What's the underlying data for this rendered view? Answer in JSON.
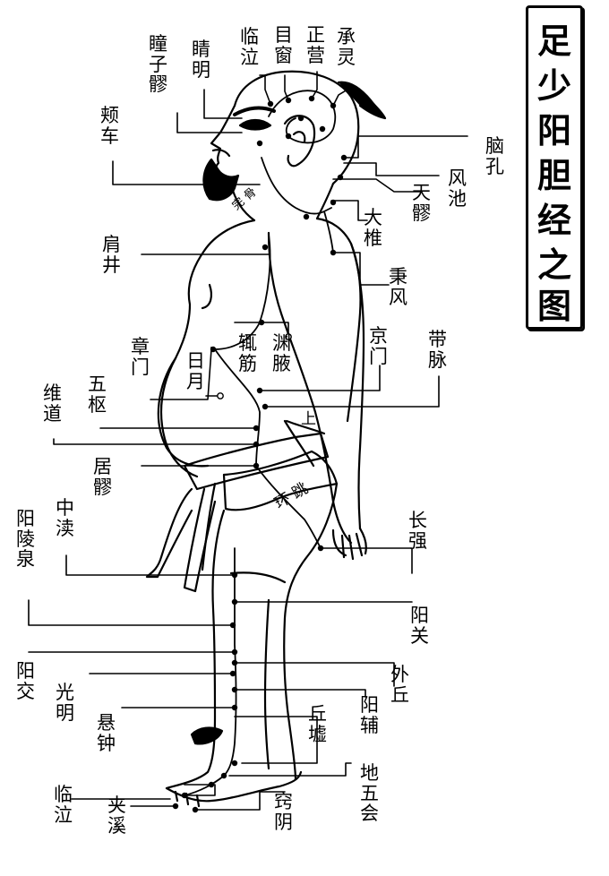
{
  "title": {
    "chars": [
      "足",
      "少",
      "阳",
      "胆",
      "经",
      "之",
      "图"
    ]
  },
  "labels": {
    "linqi_top": "临\n泣",
    "muchuang": "目\n窗",
    "zhengying": "正\n营",
    "chengling": "承\n灵",
    "jingming": "睛\n明",
    "tongziliao": "瞳\n子\n髎",
    "jiache": "颊\n车",
    "naokong": "脑\n孔",
    "fengchi": "风\n池",
    "tianliao": "天\n髎",
    "dazhui": "大\n椎",
    "jianjing": "肩\n井",
    "bingfeng": "秉\n风",
    "zhejin": "辄\n筋",
    "yuanye": "渊\n腋",
    "zhangmen": "章\n门",
    "riyue": "日\n月",
    "jingmen": "京\n门",
    "daimai": "带\n脉",
    "wushu": "五\n枢",
    "weidao": "维\n道",
    "juliao": "居\n髎",
    "zhongdu": "中\n渎",
    "changqiang": "长\n强",
    "yanglingquan": "阳\n陵\n泉",
    "yangguan": "阳\n关",
    "yangjiao": "阳\n交",
    "waiqiu": "外\n丘",
    "guangming": "光\n明",
    "yangfu": "阳\n辅",
    "xuanzhong": "悬\n钟",
    "qiuxu": "丘\n墟",
    "diwuhui": "地\n五\n会",
    "linqi_foot": "临\n泣",
    "xiaxi": "夹\n溪",
    "qiaoyin": "窍\n阴"
  },
  "body_text": {
    "shang_char": "上",
    "huantiao": "环\n跳",
    "neck": "完\n骨"
  }
}
